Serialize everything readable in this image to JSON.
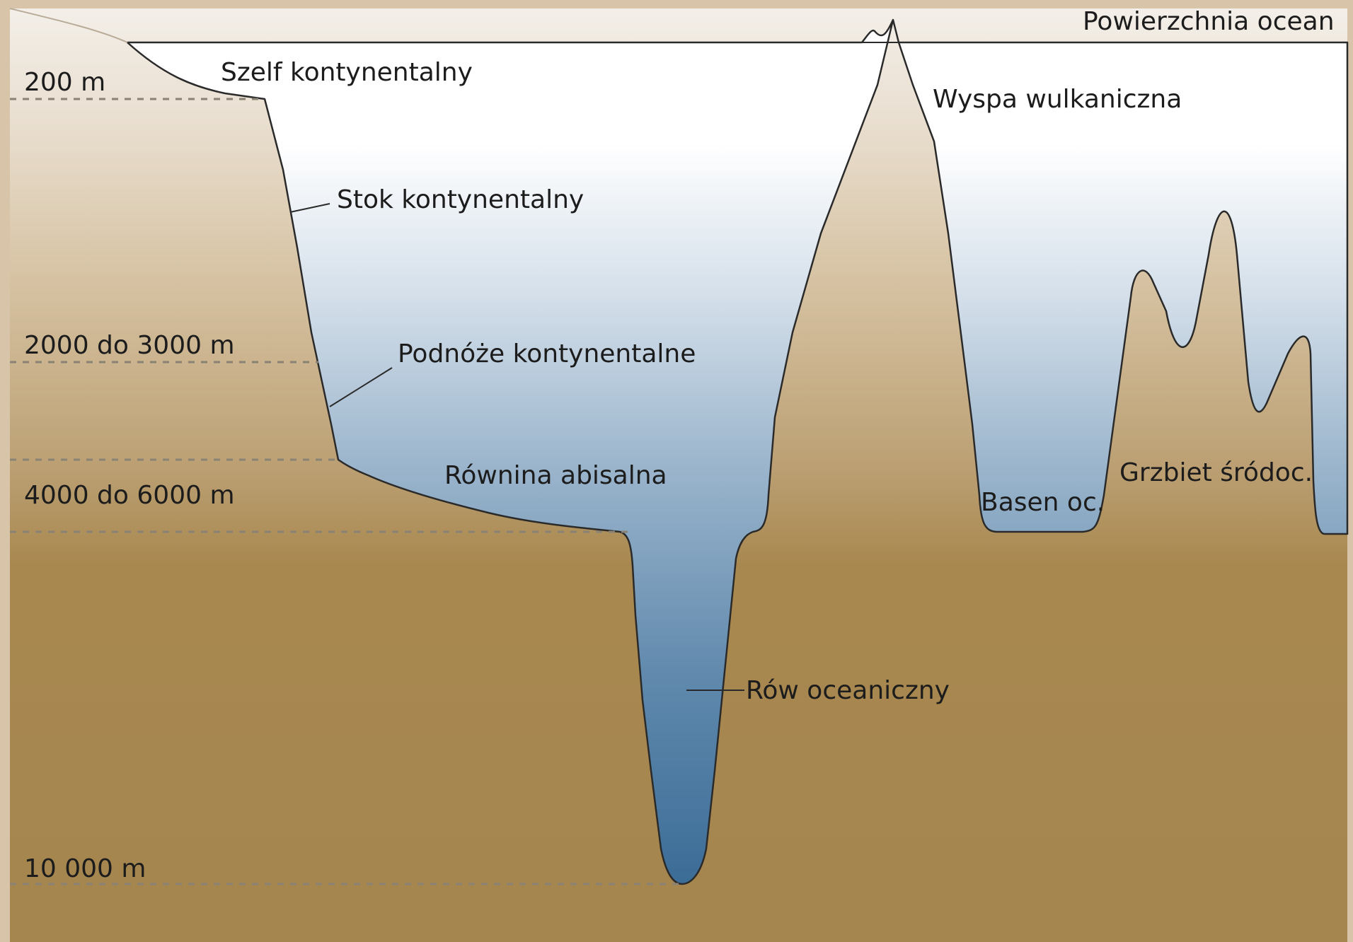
{
  "labels": {
    "ocean_surface": "Powierzchnia ocean",
    "continental_shelf": "Szelf kontynentalny",
    "continental_slope": "Stok kontynentalny",
    "continental_rise": "Podnóże kontynentalne",
    "abyssal_plain": "Równina abisalna",
    "oceanic_trench": "Rów oceaniczny",
    "volcanic_island": "Wyspa wulkaniczna",
    "ocean_basin": "Basen oc.",
    "mid_ocean_ridge": "Grzbiet śródoc."
  },
  "depths": {
    "d200": "200 m",
    "d2000_3000": "2000 do 3000 m",
    "d4000_6000": "4000 do 6000 m",
    "d10000": "10 000 m"
  },
  "colors": {
    "frame": "#d8c4a8",
    "land_top": "#f3efe8",
    "land_bottom": "#a5864f",
    "water_top": "#ffffff",
    "water_bottom": "#3f7099",
    "outline": "#2a2a2a",
    "dash": "#8a8274"
  }
}
